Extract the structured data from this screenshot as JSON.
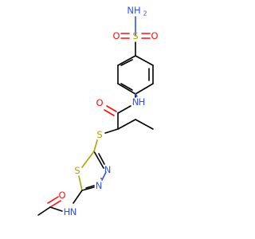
{
  "labels": {
    "nh2": "NH",
    "nh2_sub": "2",
    "s_sulfonyl": "S",
    "o_sulfonyl_left": "O",
    "o_sulfonyl_right": "O",
    "o_amide": "O",
    "n_amide": "N",
    "h_amide": "H",
    "s_thioether": "S",
    "s_ring": "S",
    "n_ring_1": "N",
    "n_ring_2": "N",
    "n_acetamido": "N",
    "h_acetamido": "H",
    "o_acetyl": "O"
  },
  "colors": {
    "bond": "#000000",
    "nitrogen": "#3050f8",
    "oxygen": "#ff0d0d",
    "sulfur": "#b2a000",
    "background": "#ffffff"
  }
}
